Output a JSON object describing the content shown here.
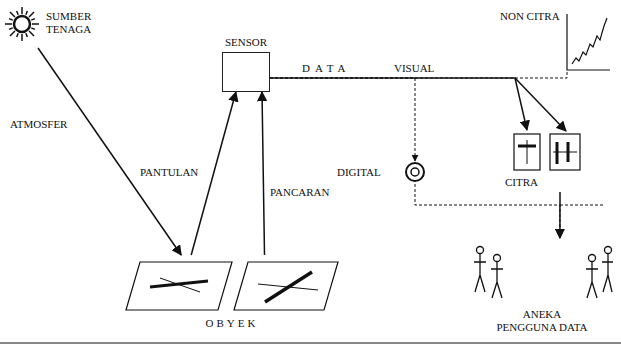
{
  "diagram": {
    "nodes": [
      {
        "text": [
          "SUMBER TENAGA"
        ]
      },
      {
        "text": [
          "SENSOR"
        ]
      },
      {
        "text": [
          "OBYEK"
        ]
      },
      {
        "text": [
          "DIGITAL"
        ]
      },
      {
        "text": [
          "NON CITRA"
        ]
      },
      {
        "text": [
          "CITRA"
        ]
      },
      {
        "text": [
          "ANEKA PENGGUNA DATA"
        ]
      }
    ],
    "edges": [
      {
        "from": 0,
        "to": 2,
        "label": "ATMOSFER",
        "arrow": "to"
      },
      {
        "from": 2,
        "to": 1,
        "label": "PANTULAN",
        "arrow": "to"
      },
      {
        "from": 2,
        "to": 1,
        "label": "PANCARAN",
        "arrow": "to"
      },
      {
        "from": 1,
        "to": 3,
        "arrow": "to"
      },
      {
        "from": 1,
        "to": 4,
        "arrow": "none"
      },
      {
        "from": 1,
        "to": 5,
        "arrow": "to"
      },
      {
        "from": 3,
        "to": 6,
        "arrow": "to"
      },
      {
        "from": 5,
        "to": 6,
        "arrow": "to"
      }
    ],
    "labels": [
      "DATA",
      "VISUAL"
    ]
  }
}
